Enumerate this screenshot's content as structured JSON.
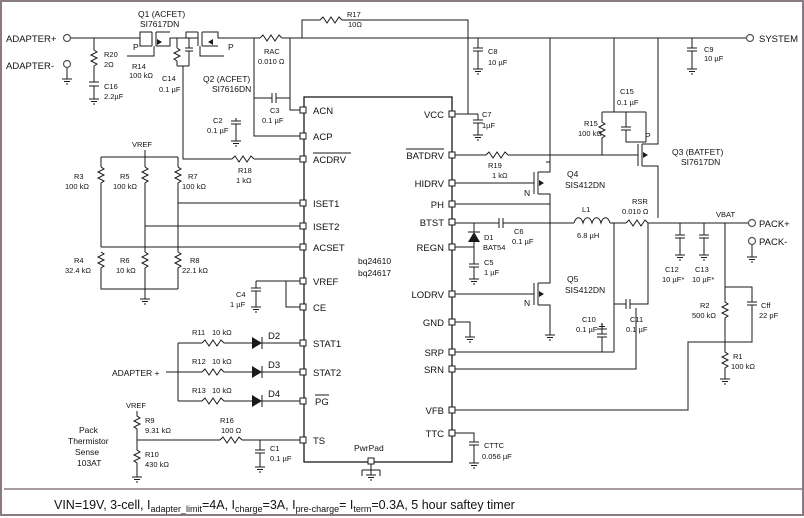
{
  "connectors": {
    "adapter_plus": "ADAPTER+",
    "adapter_minus": "ADAPTER-",
    "system": "SYSTEM",
    "pack_plus": "PACK+",
    "pack_minus": "PACK-",
    "vbat": "VBAT",
    "vref_top": "VREF",
    "vref_bottom": "VREF",
    "adapter_plus_led": "ADAPTER +",
    "pack_thermistor": [
      "Pack",
      "Thermistor",
      "Sense",
      "103AT"
    ]
  },
  "ic": {
    "part1": "bq24610",
    "part2": "bq24617",
    "pwrpad": "PwrPad",
    "left_pins": [
      "ACN",
      "ACP",
      "ACDRV",
      "ISET1",
      "ISET2",
      "ACSET",
      "VREF",
      "CE",
      "STAT1",
      "STAT2",
      "PG",
      "TS"
    ],
    "right_pins": [
      "VCC",
      "BATDRV",
      "HIDRV",
      "PH",
      "BTST",
      "REGN",
      "LODRV",
      "GND",
      "SRP",
      "SRN",
      "VFB",
      "TTC"
    ]
  },
  "components": {
    "q1": [
      "Q1 (ACFET)",
      "SI7617DN"
    ],
    "q2": [
      "Q2 (ACFET)",
      "SI7616DN"
    ],
    "q3": [
      "Q3 (BATFET)",
      "SI7617DN"
    ],
    "q4": [
      "Q4",
      "SIS412DN"
    ],
    "q5": [
      "Q5",
      "SIS412DN"
    ],
    "r17": [
      "R17",
      "10Ω"
    ],
    "r20": [
      "R20",
      "2Ω"
    ],
    "c16": [
      "C16",
      "2.2µF"
    ],
    "r14": [
      "R14",
      "100 kΩ"
    ],
    "c14": [
      "C14",
      "0.1 µF"
    ],
    "rac": [
      "RAC",
      "0.010 Ω"
    ],
    "c8": [
      "C8",
      "10 µF"
    ],
    "c9": [
      "C9",
      "10 µF"
    ],
    "c3": [
      "C3",
      "0.1 µF"
    ],
    "c2": [
      "C2",
      "0.1 µF"
    ],
    "c7": [
      "C7",
      "1µF"
    ],
    "c15": [
      "C15",
      "0.1 µF"
    ],
    "r15": [
      "R15",
      "100 kΩ"
    ],
    "r18": [
      "R18",
      "1 kΩ"
    ],
    "r19": [
      "R19",
      "1 kΩ"
    ],
    "r3": [
      "R3",
      "100 kΩ"
    ],
    "r5": [
      "R5",
      "100 kΩ"
    ],
    "r7": [
      "R7",
      "100 kΩ"
    ],
    "r4": [
      "R4",
      "32.4 kΩ"
    ],
    "r6": [
      "R6",
      "10 kΩ"
    ],
    "r8": [
      "R8",
      "22.1 kΩ"
    ],
    "c4": [
      "C4",
      "1 µF"
    ],
    "d1": [
      "D1",
      "BAT54"
    ],
    "c6": [
      "C6",
      "0.1 µF"
    ],
    "l1": [
      "L1",
      "6.8 µH"
    ],
    "rsr": [
      "RSR",
      "0.010 Ω"
    ],
    "c5": [
      "C5",
      "1 µF"
    ],
    "c12": [
      "C12",
      "10 µF*"
    ],
    "c13": [
      "C13",
      "10 µF*"
    ],
    "r2": [
      "R2",
      "500 kΩ"
    ],
    "cff": [
      "Cff",
      "22 pF"
    ],
    "r1": [
      "R1",
      "100 kΩ"
    ],
    "c10": [
      "C10",
      "0.1 µF"
    ],
    "c11": [
      "C11",
      "0.1 µF"
    ],
    "r11": [
      "R11",
      "10 kΩ"
    ],
    "r12": [
      "R12",
      "10 kΩ"
    ],
    "r13": [
      "R13",
      "10 kΩ"
    ],
    "d2": "D2",
    "d3": "D3",
    "d4": "D4",
    "r9": [
      "R9",
      "9.31 kΩ"
    ],
    "r10": [
      "R10",
      "430 kΩ"
    ],
    "r16": [
      "R16",
      "100 Ω"
    ],
    "c1": [
      "C1",
      "0.1 µF"
    ],
    "cttc": [
      "CTTC",
      "0.056 µF"
    ],
    "gate_p1": "P",
    "gate_p2": "P",
    "gate_p3": "P",
    "gate_n4": "N",
    "gate_n5": "N"
  },
  "footer": {
    "pre": "VIN=19V, 3-cell, I",
    "s1": "adapter_limit",
    "m1": "=4A, I",
    "s2": "charge",
    "m2": "=3A, I",
    "s3": "pre-charge",
    "m3": "= I",
    "s4": "term",
    "post": "=0.3A, 5 hour saftey timer"
  }
}
